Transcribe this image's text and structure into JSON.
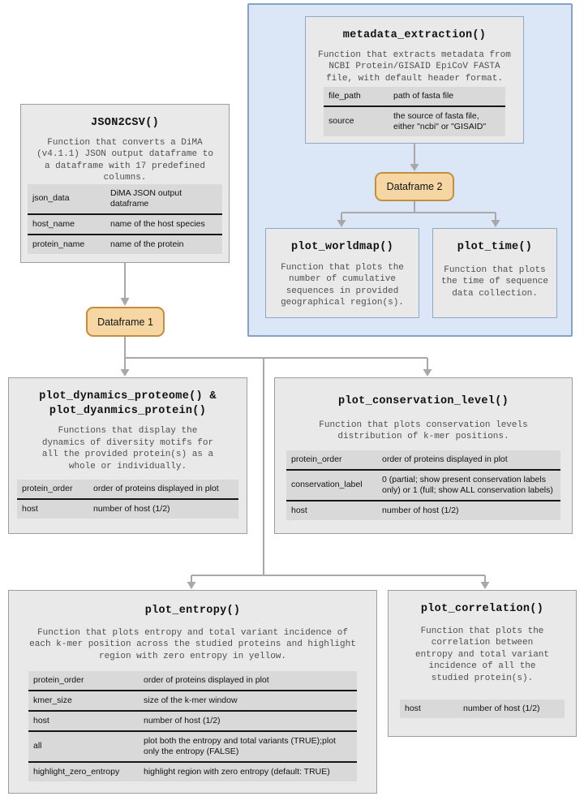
{
  "colors": {
    "page_bg": "#ffffff",
    "container_fill": "#dbe7f6",
    "container_border": "#84a3c6",
    "box_fill": "#e9e9e9",
    "box_border_gray": "#9d9d9d",
    "box_border_blue": "#8ca9c7",
    "table_fill": "#d9d9d9",
    "table_divider": "#161616",
    "dataframe_fill": "#f6d7a4",
    "dataframe_border": "#c38e3e",
    "arrow": "#a8a8a8",
    "title_text": "#111111",
    "desc_text": "#4f4f4f"
  },
  "nodes": {
    "metadata_extraction": {
      "title": "metadata_extraction()",
      "description": "Function that extracts metadata from NCBI Protein/GISAID EpiCoV FASTA file, with default header format.",
      "params": [
        {
          "name": "file_path",
          "desc": "path of fasta file"
        },
        {
          "name": "source",
          "desc": "the source of fasta file, either \"ncbi\" or \"GISAID\""
        }
      ]
    },
    "dataframe2": {
      "label": "Dataframe 2"
    },
    "plot_worldmap": {
      "title": "plot_worldmap()",
      "description": "Function that plots the number of cumulative sequences in provided geographical region(s)."
    },
    "plot_time": {
      "title": "plot_time()",
      "description": "Function that plots the time of sequence data collection."
    },
    "json2csv": {
      "title": "JSON2CSV()",
      "description": "Function that converts a DiMA (v4.1.1) JSON output dataframe to a dataframe with 17 predefined columns.",
      "params": [
        {
          "name": "json_data",
          "desc": "DiMA JSON output dataframe"
        },
        {
          "name": "host_name",
          "desc": "name of the host species"
        },
        {
          "name": "protein_name",
          "desc": "name of the protein"
        }
      ]
    },
    "dataframe1": {
      "label": "Dataframe 1"
    },
    "plot_dynamics": {
      "title": "plot_dynamics_proteome() & plot_dyanmics_protein()",
      "description": "Functions that display the dynamics of diversity motifs for all the provided protein(s) as a whole or individually.",
      "params": [
        {
          "name": "protein_order",
          "desc": "order of proteins displayed in plot"
        },
        {
          "name": "host",
          "desc": "number of host (1/2)"
        }
      ]
    },
    "plot_conservation_level": {
      "title": "plot_conservation_level()",
      "description": "Function that plots conservation levels distribution of k-mer positions.",
      "params": [
        {
          "name": "protein_order",
          "desc": "order of proteins displayed in plot"
        },
        {
          "name": "conservation_label",
          "desc": "0 (partial; show present conservation labels only) or 1 (full; show ALL conservation labels)"
        },
        {
          "name": "host",
          "desc": "number of host (1/2)"
        }
      ]
    },
    "plot_entropy": {
      "title": "plot_entropy()",
      "description": "Function that plots entropy and total variant incidence of each k-mer position across the studied proteins and highlight region with zero entropy in yellow.",
      "params": [
        {
          "name": "protein_order",
          "desc": "order of proteins displayed in plot"
        },
        {
          "name": "kmer_size",
          "desc": "size of the k-mer window"
        },
        {
          "name": "host",
          "desc": "number of host (1/2)"
        },
        {
          "name": "all",
          "desc": "plot both the entropy and total variants (TRUE);plot only the entropy (FALSE)"
        },
        {
          "name": "highlight_zero_entropy",
          "desc": "highlight region with zero entropy (default: TRUE)"
        }
      ]
    },
    "plot_correlation": {
      "title": "plot_correlation()",
      "description": "Function that plots the correlation between entropy and total variant incidence of all the studied protein(s).",
      "params": [
        {
          "name": "host",
          "desc": "number of host (1/2)"
        }
      ]
    }
  }
}
